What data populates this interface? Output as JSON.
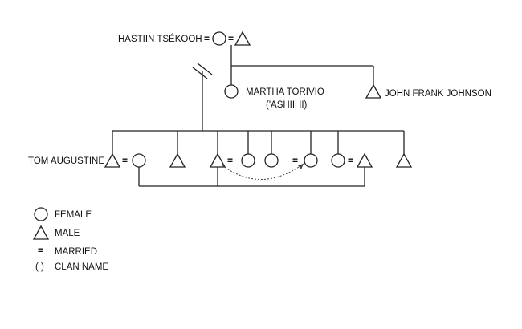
{
  "people": {
    "patriarch": "HASTIIN TSÉKOOH",
    "daughter": "MARTHA TORIVIO",
    "daughter_clan": "('ASHIIHI)",
    "son": "JOHN FRANK JOHNSON",
    "grandson": "TOM AUGUSTINE"
  },
  "marriage_symbol": "=",
  "legend": {
    "female": "FEMALE",
    "male": "MALE",
    "married_symbol": "=",
    "married": "MARRIED",
    "clan_symbol": "( )",
    "clan": "CLAN NAME"
  },
  "icons": {
    "female": "circle-icon",
    "male": "triangle-icon"
  }
}
